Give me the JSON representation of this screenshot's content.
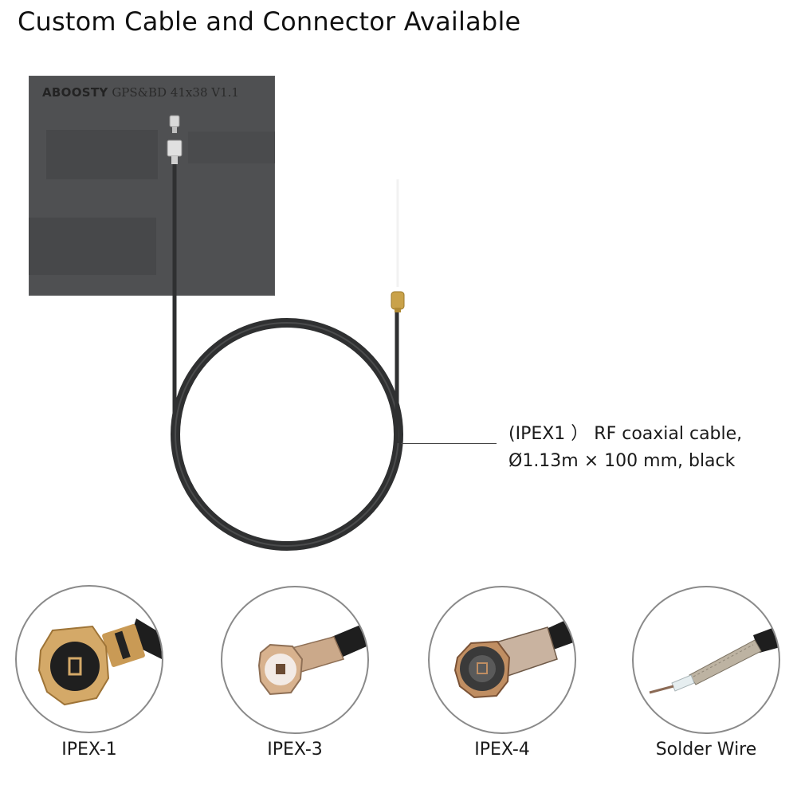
{
  "title": "Custom Cable and Connector Available",
  "antenna": {
    "brand": "ABOOSTY",
    "model": "GPS&BD 41x38 V1.1",
    "panel_color": "#4f5052"
  },
  "cable": {
    "color": "#2f3031",
    "connector_color": "#c9a24a"
  },
  "callout": {
    "line1": "(IPEX1 ）  RF coaxial cable,",
    "line2": "Ø1.13m × 100 mm, black"
  },
  "connectors": [
    {
      "label": "IPEX-1",
      "icon": "ipex1-connector-photo"
    },
    {
      "label": "IPEX-3",
      "icon": "ipex3-connector-photo"
    },
    {
      "label": "IPEX-4",
      "icon": "ipex4-connector-photo"
    },
    {
      "label": "Solder Wire",
      "icon": "solder-wire-photo"
    }
  ]
}
